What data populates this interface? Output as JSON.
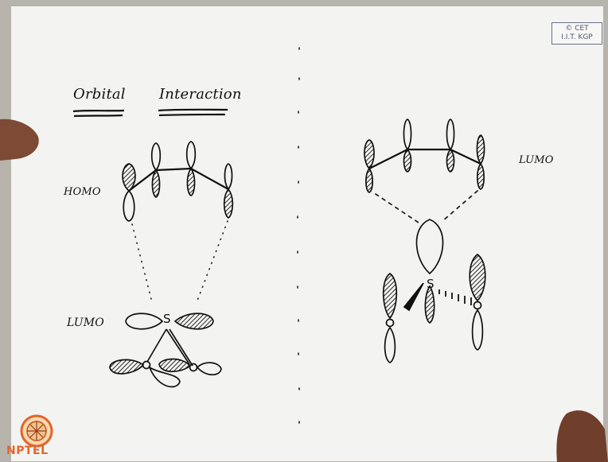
{
  "stamp": {
    "line1": "© CET",
    "line2": "I.I.T. KGP"
  },
  "left_panel": {
    "title_word1": "Orbital",
    "title_word2": "Interaction",
    "homo_label": "HOMO",
    "lumo_label": "LUMO",
    "center_atom": "S"
  },
  "right_panel": {
    "lumo_label": "LUMO",
    "center_atom": "S"
  },
  "watermark": {
    "text": "NPTEL"
  },
  "colors": {
    "paper": "#f3f3f1",
    "ink": "#111111",
    "stamp_ink": "#4f5570",
    "watermark_orange": "#e2652a",
    "background": "#b7b3ad"
  }
}
